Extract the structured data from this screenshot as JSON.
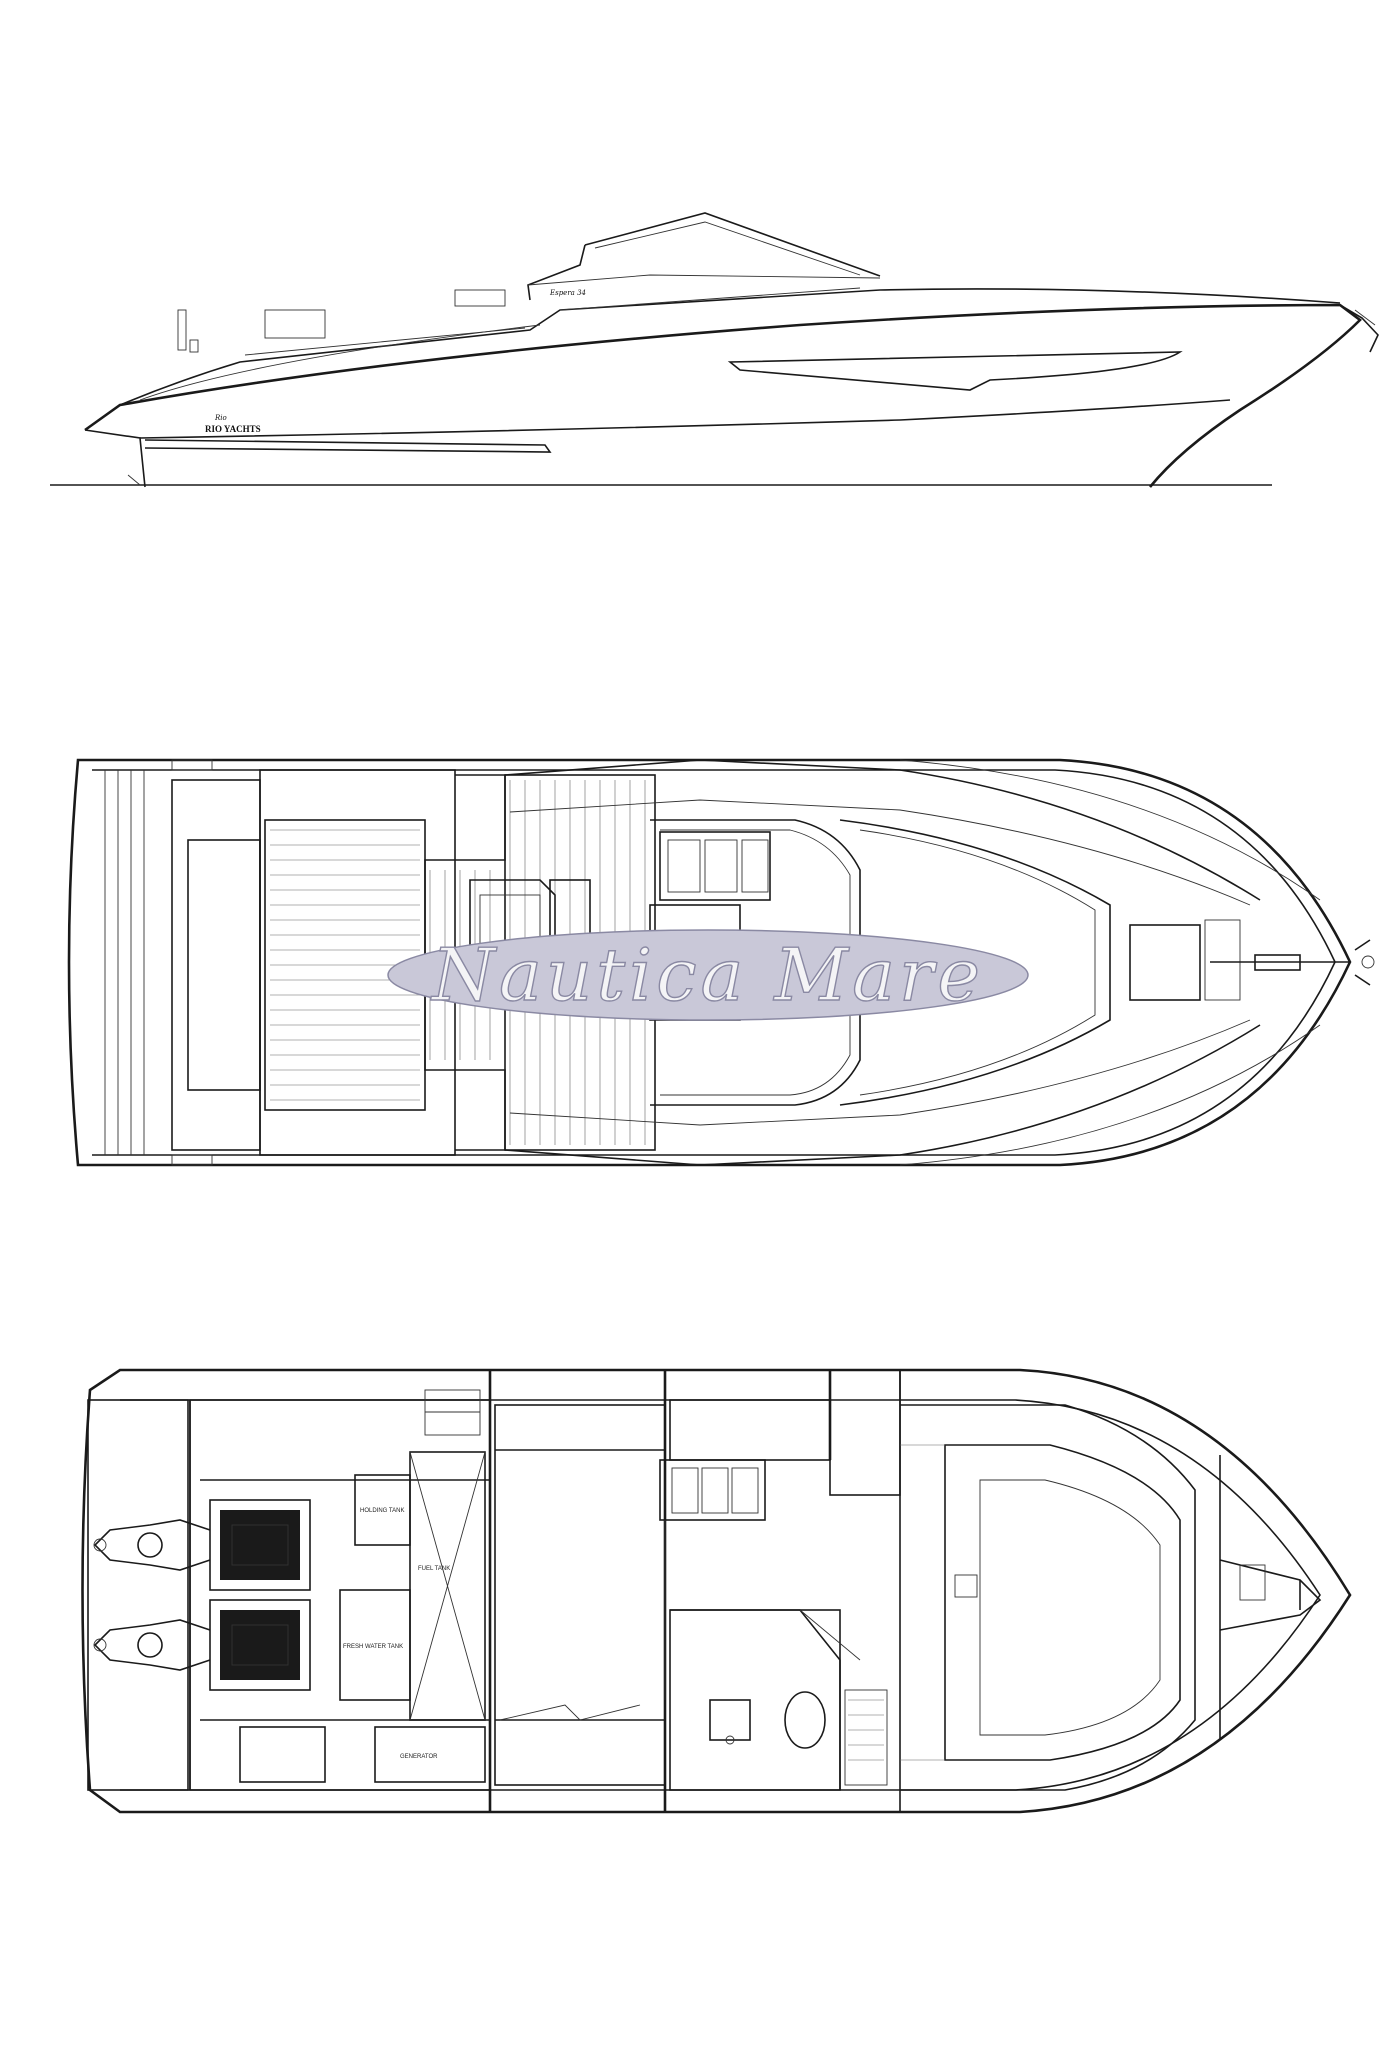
{
  "profile_view": {
    "brand_text": "RIO YACHTS",
    "brand_script": "Rio",
    "model_script": "Espera 34"
  },
  "deck_view": {},
  "watermark": {
    "text": "Nautica Mare",
    "fill_color": "#c9c8d8",
    "outline_color": "#8a89a3"
  },
  "layout_view": {
    "labels": {
      "holding_tank": "HOLDING TANK",
      "fuel_tank": "FUEL TANK",
      "fresh_water_tank": "FRESH WATER TANK",
      "generator": "GENERATOR"
    },
    "engines": 2
  }
}
